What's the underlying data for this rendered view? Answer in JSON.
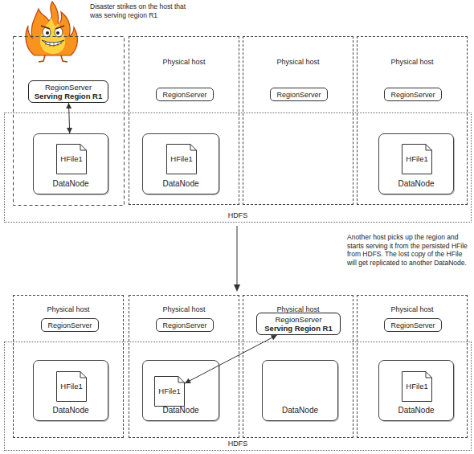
{
  "diagram": {
    "nodes": [
      {
        "text": [
          "RegionServer",
          "Serving Region R1"
        ]
      },
      {
        "text": [
          "Physical host"
        ]
      },
      {
        "text": [
          "RegionServer"
        ],
        "in": 1
      },
      {
        "text": [
          "Physical host"
        ]
      },
      {
        "text": [
          "RegionServer"
        ],
        "in": 3
      },
      {
        "text": [
          "Physical host"
        ]
      },
      {
        "text": [
          "RegionServer"
        ],
        "in": 5
      },
      {
        "text": [
          "HDFS"
        ]
      },
      {
        "text": [
          "DataNode"
        ],
        "in": 7
      },
      {
        "text": [
          "HFile1"
        ],
        "in": 8
      },
      {
        "text": [
          "DataNode"
        ],
        "in": 7
      },
      {
        "text": [
          "HFile1"
        ],
        "in": 10
      },
      {
        "text": [
          "DataNode"
        ],
        "in": 7
      },
      {
        "text": [
          "HFile1"
        ],
        "in": 12
      },
      {
        "text": [
          "Physical host"
        ]
      },
      {
        "text": [
          "RegionServer"
        ],
        "in": 14
      },
      {
        "text": [
          "Physical host"
        ]
      },
      {
        "text": [
          "RegionServer"
        ],
        "in": 16
      },
      {
        "text": [
          "Physical host"
        ]
      },
      {
        "text": [
          "RegionServer",
          "Serving Region R1"
        ],
        "in": 18
      },
      {
        "text": [
          "Physical host"
        ]
      },
      {
        "text": [
          "RegionServer"
        ],
        "in": 20
      },
      {
        "text": [
          "HDFS"
        ]
      },
      {
        "text": [
          "DataNode"
        ],
        "in": 22
      },
      {
        "text": [
          "HFile1"
        ],
        "in": 23
      },
      {
        "text": [
          "DataNode"
        ],
        "in": 22
      },
      {
        "text": [
          "HFile1"
        ],
        "in": 25
      },
      {
        "text": [
          "DataNode"
        ],
        "in": 22
      },
      {
        "text": [
          "DataNode"
        ],
        "in": 22
      },
      {
        "text": [
          "HFile1"
        ],
        "in": 28
      }
    ],
    "edges": [
      {
        "from": 0,
        "to": 8,
        "arrow": "both"
      },
      {
        "from": 19,
        "to": 26,
        "arrow": "both"
      }
    ],
    "labels": [
      "Disaster strikes on the host that was serving region R1",
      "Another host picks up the region and starts serving it from the persisted HFile from HDFS. The lost copy of the HFile will get replicated to another DataNode."
    ]
  }
}
